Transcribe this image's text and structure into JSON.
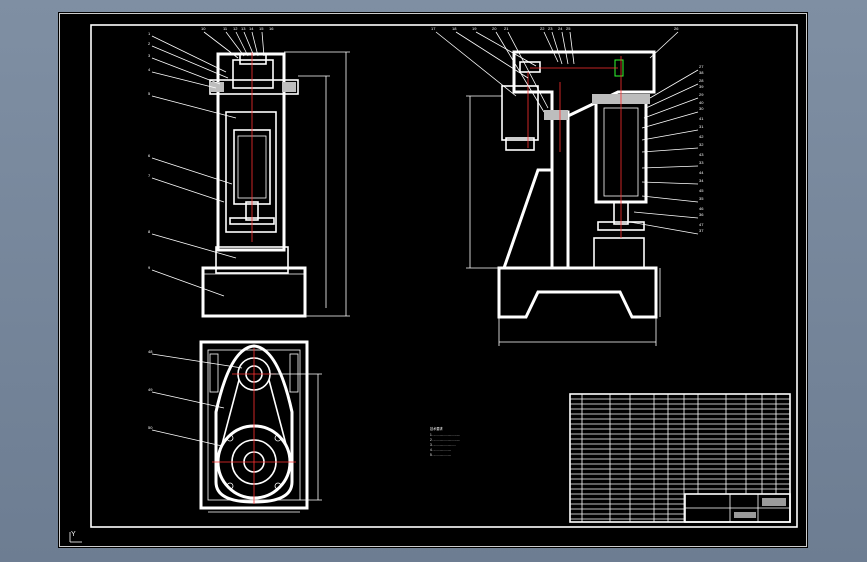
{
  "window": {
    "background_top": "#7f8fa3",
    "background_bottom": "#6d7d92",
    "sheet_color": "#000000"
  },
  "colors": {
    "line": "#ffffff",
    "centerline": "#ff3030",
    "highlight": "#30ff30"
  },
  "ucs_icon": {
    "label": "Y",
    "icon": "ucs-axis-icon"
  },
  "front_view": {
    "leader_labels": [
      "1",
      "2",
      "3",
      "4",
      "5",
      "6",
      "7",
      "8",
      "9",
      "10",
      "11",
      "12",
      "13",
      "14",
      "15",
      "16"
    ]
  },
  "side_view": {
    "leader_labels": [
      "17",
      "18",
      "19",
      "20",
      "21",
      "22",
      "23",
      "24",
      "25",
      "26",
      "27",
      "28",
      "29",
      "30",
      "31",
      "32",
      "33",
      "34",
      "35",
      "36",
      "37",
      "38",
      "39",
      "40",
      "41",
      "42",
      "43",
      "44",
      "45",
      "46",
      "47"
    ]
  },
  "top_view": {
    "leader_labels": [
      "48",
      "49",
      "50"
    ]
  },
  "tech_notes": {
    "title": "技术要求",
    "lines": [
      "1. ..............................",
      "2. ..............................",
      "3. .........................",
      "4. ....................",
      "5. ...................."
    ]
  }
}
